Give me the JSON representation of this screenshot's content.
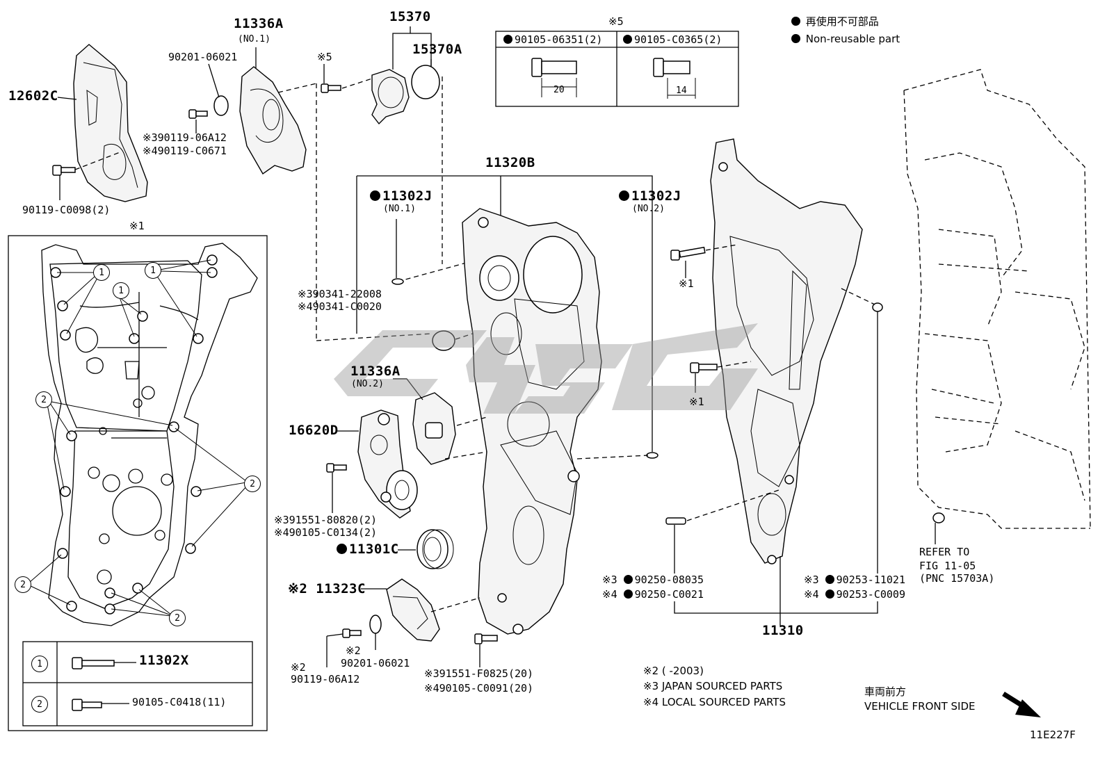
{
  "legend": {
    "nonreuse_jp": "再使用不可部品",
    "nonreuse_en": "Non-reusable part"
  },
  "note5_box": {
    "mark": "※5",
    "col1_part": "90105-06351(2)",
    "col2_part": "90105-C0365(2)",
    "col1_dim": "20",
    "col2_dim": "14"
  },
  "parts": {
    "p12602C": "12602C",
    "p11336A_no1": "11336A",
    "p11336A_no1_sub": "(NO.1)",
    "p90201_06021_top": "90201-06021",
    "p15370": "15370",
    "p15370A": "15370A",
    "mark5_bolt": "※5",
    "p390119": "※390119-06A12",
    "p490119": "※490119-C0671",
    "p90119_C0098": "90119-C0098(2)",
    "p11320B": "11320B",
    "p11302J_no1": "11302J",
    "p11302J_no1_sub": "(NO.1)",
    "p11302J_no2": "11302J",
    "p11302J_no2_sub": "(NO.2)",
    "p390341": "※390341-22008",
    "p490341": "※490341-C0020",
    "p11336A_no2": "11336A",
    "p11336A_no2_sub": "(NO.2)",
    "p16620D": "16620D",
    "p391551_80820": "※391551-80820(2)",
    "p490105_C0134": "※490105-C0134(2)",
    "p11301C": "11301C",
    "p2_11323C": "※2 11323C",
    "p2_mark_a": "※2",
    "p90201_06021_bot": "90201-06021",
    "p2_mark_b": "※2",
    "p90119_06A12": "90119-06A12",
    "p391551_F0825": "※391551-F0825(20)",
    "p490105_C0091": "※490105-C0091(20)",
    "mark1_a": "※1",
    "mark1_b": "※1",
    "p3_90250": "※3",
    "p3_90250_num": "90250-08035",
    "p4_90250": "※4",
    "p4_90250_num": "90250-C0021",
    "p3_90253": "※3",
    "p3_90253_num": "90253-11021",
    "p4_90253": "※4",
    "p4_90253_num": "90253-C0009",
    "p11310": "11310",
    "refer1": "REFER TO",
    "refer2": "FIG 11-05",
    "refer3": "(PNC 15703A)"
  },
  "inset": {
    "mark": "※1",
    "row1_num": "1",
    "row1_part": "11302X",
    "row2_num": "2",
    "row2_part": "90105-C0418(11)",
    "callout1": "1",
    "callout2": "2"
  },
  "notes": {
    "n2": "※2 (      -2003)",
    "n3": "※3 JAPAN SOURCED PARTS",
    "n4": "※4 LOCAL SOURCED PARTS"
  },
  "front": {
    "jp": "車両前方",
    "en": "VEHICLE FRONT SIDE"
  },
  "figure_code": "11E227F"
}
